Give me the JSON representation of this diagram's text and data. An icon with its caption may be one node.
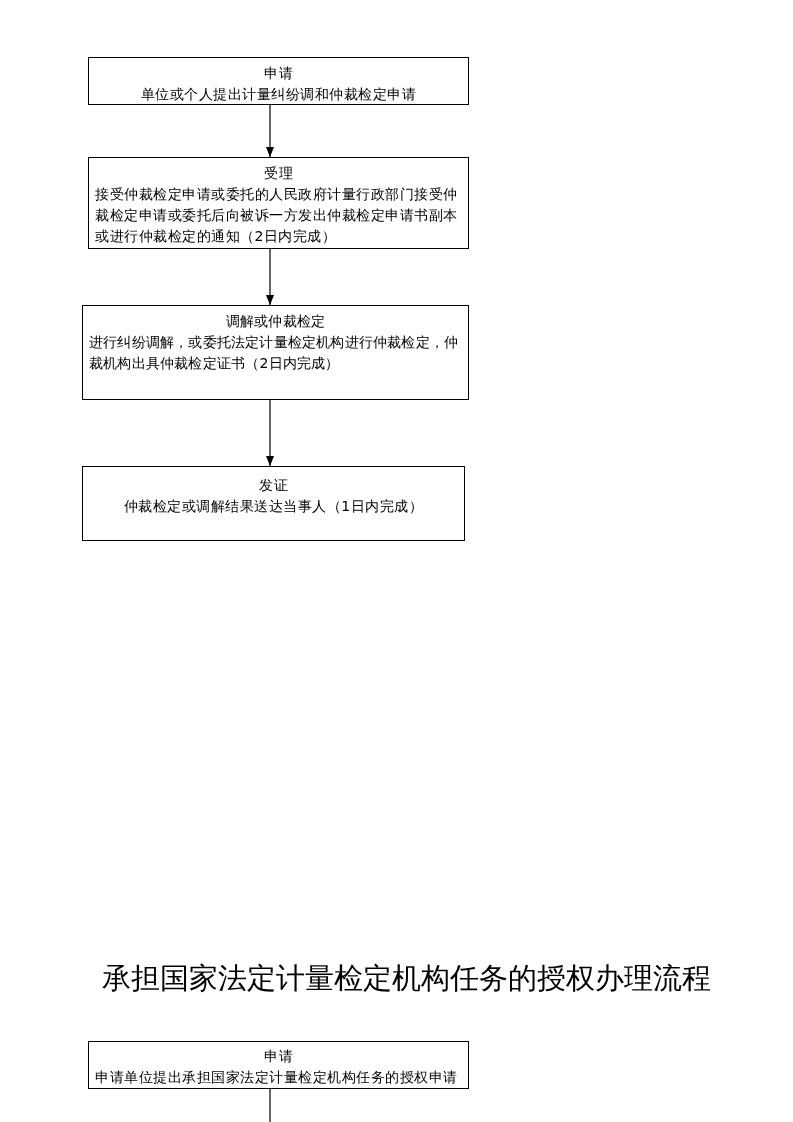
{
  "diagram": {
    "title": "承担国家法定计量检定机构任务的授权办理流程",
    "nodes": [
      {
        "text": [
          "申请",
          "单位或个人提出计量纠纷调和仲裁检定申请"
        ]
      },
      {
        "text": [
          "受理",
          "接受仲裁检定申请或委托的人民政府计量行政部门接受仲裁检定申请或委托后向被诉一方发出仲裁检定申请书副本或进行仲裁检定的通知（2日内完成）"
        ]
      },
      {
        "text": [
          "调解或仲裁检定",
          "进行纠纷调解，或委托法定计量检定机构进行仲裁检定，仲裁机构出具仲裁检定证书（2日内完成）"
        ]
      },
      {
        "text": [
          "发证",
          "仲裁检定或调解结果送达当事人（1日内完成）"
        ]
      },
      {
        "text": [
          "申请",
          "申请单位提出承担国家法定计量检定机构任务的授权申请"
        ]
      }
    ],
    "edges": [
      {
        "from": 0,
        "to": 1,
        "arrow": "to"
      },
      {
        "from": 1,
        "to": 2,
        "arrow": "to"
      },
      {
        "from": 2,
        "to": 3,
        "arrow": "to"
      },
      {
        "from": 4,
        "to": null,
        "arrow": "none"
      }
    ]
  }
}
